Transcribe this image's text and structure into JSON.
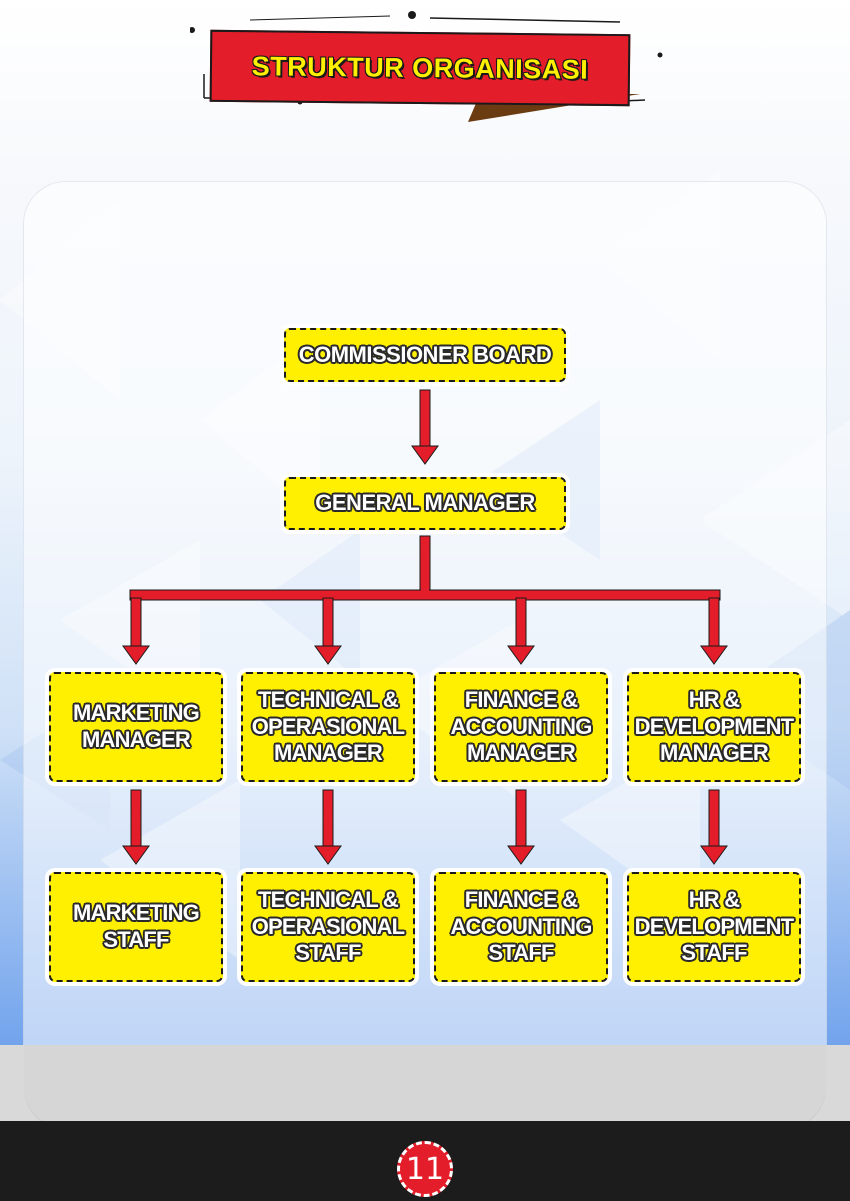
{
  "title": "STRUKTUR ORGANISASI",
  "page_number": "11",
  "colors": {
    "box_fill": "#ffef00",
    "arrow": "#e31e2a",
    "banner": "#e31e2a",
    "footer": "#1c1c1c"
  },
  "org": {
    "commissioner": "COMMISSIONER BOARD",
    "general_manager": "GENERAL MANAGER",
    "managers": [
      "MARKETING\nMANAGER",
      "TECHNICAL &\nOPERASIONAL\nMANAGER",
      "FINANCE &\nACCOUNTING\nMANAGER",
      "HR &\nDEVELOPMENT\nMANAGER"
    ],
    "staff": [
      "MARKETING\nSTAFF",
      "TECHNICAL &\nOPERASIONAL\nSTAFF",
      "FINANCE &\nACCOUNTING\nSTAFF",
      "HR &\nDEVELOPMENT\nSTAFF"
    ]
  }
}
